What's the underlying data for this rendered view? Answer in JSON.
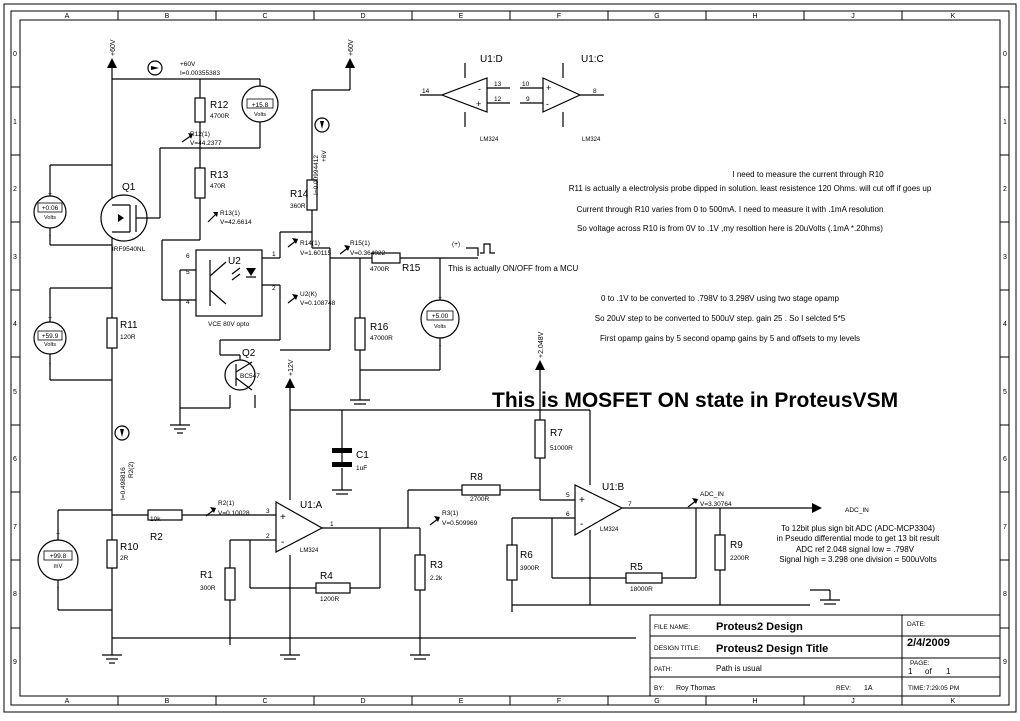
{
  "frame": {
    "col_letters": [
      "A",
      "B",
      "C",
      "D",
      "E",
      "F",
      "G",
      "H",
      "J",
      "K"
    ],
    "row_numbers": [
      "0",
      "1",
      "2",
      "3",
      "4",
      "5",
      "6",
      "7",
      "8",
      "9"
    ]
  },
  "notes": {
    "n1": "I need to measure the current through R10",
    "n2": "R11 is actually a electrolysis probe dipped in solution. least resistence 120 Ohms. will cut off if goes up",
    "n3": "Current through R10 varies from 0 to 500mA. I need to measure it with .1mA resolution",
    "n4": "So voltage across R10 is from 0V to .1V ,my resoltion here is 20uVolts (.1mA *.20hms)",
    "n5": "This is actually ON/OFF from a MCU",
    "n6": "0 to .1V to be converted to .798V to 3.298V using two stage opamp",
    "n7": "So 20uV step to be converted to 500uV step. gain 25 . So I selcted 5*5",
    "n8": "First opamp gains by 5 second opamp gains by 5 and offsets to my levels",
    "headline": "This is MOSFET ON state in ProteusVSM",
    "adc1": "To 12bit plus sign bit ADC (ADC-MCP3304)",
    "adc2": "in Pseudo differential mode to get 13 bit result",
    "adc3": "ADC ref 2.048 signal low = .798V",
    "adc4": "Signal high = 3.298 one division = 500uVolts"
  },
  "rails": {
    "v60_a": "+60V",
    "v60_b": "+60V",
    "v12": "+12V",
    "v2048": "+2.048V"
  },
  "components": {
    "R12": {
      "ref": "R12",
      "value": "4700R"
    },
    "R13": {
      "ref": "R13",
      "value": "470R"
    },
    "R14": {
      "ref": "R14",
      "value": "360R"
    },
    "R15": {
      "ref": "R15",
      "value": "4700R"
    },
    "R16": {
      "ref": "R16",
      "value": "47000R"
    },
    "R11": {
      "ref": "R11",
      "value": "120R"
    },
    "R10": {
      "ref": "R10",
      "value": "2R"
    },
    "R2": {
      "ref": "R2",
      "value": "10k"
    },
    "R1": {
      "ref": "R1",
      "value": "300R"
    },
    "R4": {
      "ref": "R4",
      "value": "1200R"
    },
    "R3": {
      "ref": "R3",
      "value": "2.2k"
    },
    "R8": {
      "ref": "R8",
      "value": "2700R"
    },
    "R7": {
      "ref": "R7",
      "value": "51000R"
    },
    "R6": {
      "ref": "R6",
      "value": "3900R"
    },
    "R5": {
      "ref": "R5",
      "value": "18000R"
    },
    "R9": {
      "ref": "R9",
      "value": "2200R"
    },
    "C1": {
      "ref": "C1",
      "value": "1uF"
    },
    "Q1": {
      "ref": "Q1",
      "value": "IRF9540NL"
    },
    "Q2": {
      "ref": "Q2",
      "value": "BC547"
    },
    "U2": {
      "ref": "U2",
      "value": "VCE 80V opto"
    },
    "U1A": {
      "ref": "U1:A",
      "value": "LM324"
    },
    "U1B": {
      "ref": "U1:B",
      "value": "LM324"
    },
    "U1C": {
      "ref": "U1:C",
      "value": "LM324"
    },
    "U1D": {
      "ref": "U1:D",
      "value": "LM324"
    }
  },
  "probes": {
    "i60": "+60V",
    "i60v": "I=0.00355383",
    "r12p": "R12(1)",
    "r12v": "V=44.2377",
    "r13p": "R13(1)",
    "r13v": "V=42.6614",
    "r14p": "R14(1)",
    "r14v": "V=1.60115",
    "r15p": "R15(1)",
    "r15v": "V=0.364922",
    "u2p": "U2(K)",
    "u2v": "V=0.108748",
    "r2p": "R2(1)",
    "r2v": "V=0.10028",
    "r3p": "R3(1)",
    "r3v": "V=0.509969",
    "adcp": "ADC_IN",
    "adcv": "V=3.30764",
    "adcnet": "ADC_IN",
    "i6v": "I=0.00994412",
    "i6n": "+6V",
    "r2i": "I=0.498816",
    "r2in": "R2(2)"
  },
  "meters": {
    "m1": {
      "value": "+15.8",
      "unit": "Volts"
    },
    "m2": {
      "value": "+0.06",
      "unit": "Volts"
    },
    "m3": {
      "value": "+59.9",
      "unit": "Volts"
    },
    "m4": {
      "value": "+99.8",
      "unit": "mV"
    },
    "m5": {
      "value": "+5.00",
      "unit": "Volts"
    }
  },
  "pins": {
    "u1d_14": "14",
    "u1d_13": "13",
    "u1d_12": "12",
    "u1c_10": "10",
    "u1c_9": "9",
    "u1c_8": "8",
    "u1a_3": "3",
    "u1a_2": "2",
    "u1a_1": "1",
    "u1b_5": "5",
    "u1b_6": "6",
    "u1b_7": "7",
    "u2_6": "6",
    "u2_5": "5",
    "u2_4": "4",
    "u2_1": "1",
    "u2_2": "2",
    "plus": "(+)"
  },
  "titleblock": {
    "file_label": "FILE NAME:",
    "file_value": "Proteus2 Design",
    "design_label": "DESIGN TITLE:",
    "design_value": "Proteus2 Design Title",
    "path_label": "PATH:",
    "path_value": "Path is usual",
    "by_label": "BY:",
    "by_value": "Roy Thomas",
    "rev_label": "REV:",
    "rev_value": "1A",
    "date_label": "DATE:",
    "date_value": "2/4/2009",
    "page_label": "PAGE:",
    "page_n": "1",
    "page_of": "of",
    "page_total": "1",
    "time_label": "TIME:",
    "time_value": "7:29:05 PM"
  }
}
